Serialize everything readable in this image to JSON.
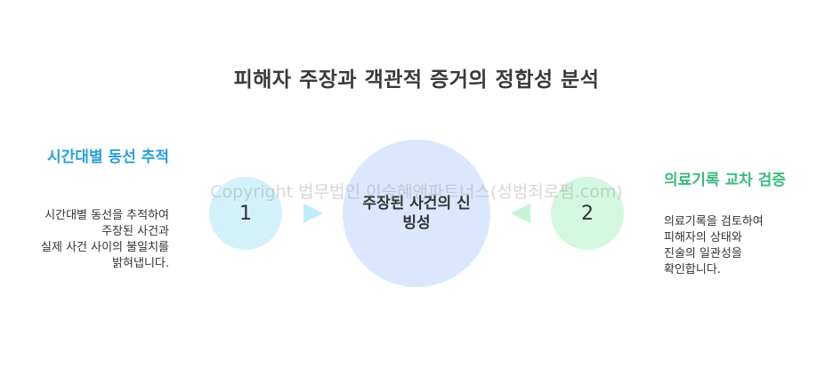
{
  "title": "피해자 주장과 객관적 증거의 정합성 분석",
  "center": {
    "line1": "주장된 사건의 신",
    "line2": "빙성"
  },
  "left": {
    "number": "1",
    "heading": "시간대별 동선 추적",
    "desc": [
      "시간대별 동선을 추적하여",
      "주장된 사건과",
      "실제 사건 사이의 불일치를",
      "밝혀냅니다."
    ],
    "color": "#2a9fd6"
  },
  "right": {
    "number": "2",
    "heading": "의료기록 교차 검증",
    "desc": [
      "의료기록을 검토하여",
      "피해자의 상태와",
      "진술의 일관성을",
      "확인합니다."
    ],
    "color": "#3dbb7e"
  },
  "watermark": "Copyright 법무법인 이승혜앤파트너스(성범죄로펌.com)"
}
